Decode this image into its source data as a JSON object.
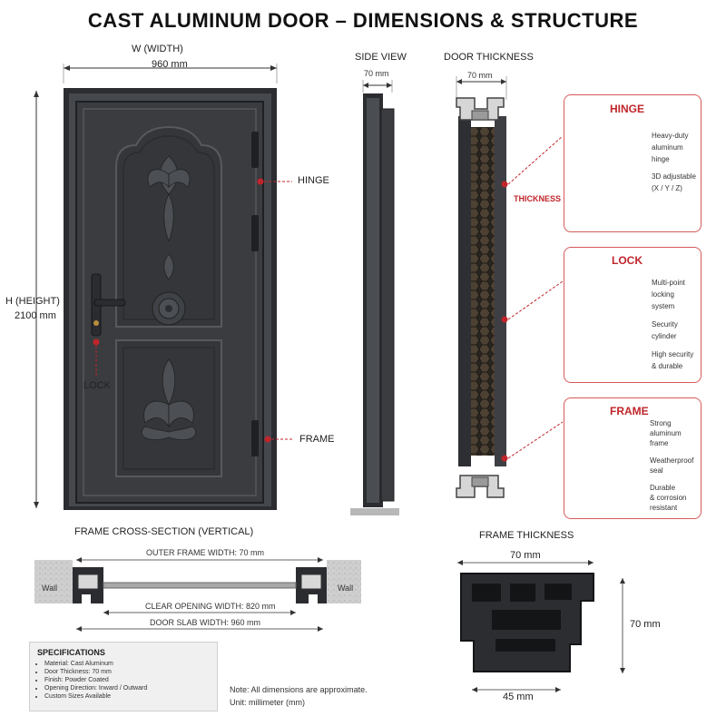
{
  "title": "CAST ALUMINUM DOOR – DIMENSIONS & STRUCTURE",
  "front": {
    "width_label": "W (WIDTH)",
    "width_value": "960 mm",
    "height_label": "H (HEIGHT)",
    "height_value": "2100 mm",
    "callout_hinge": "HINGE",
    "callout_lock": "LOCK",
    "callout_frame": "FRAME"
  },
  "side_view": {
    "title": "SIDE VIEW",
    "dimension": "70 mm"
  },
  "door_thickness": {
    "title": "DOOR THICKNESS",
    "dimension": "70 mm",
    "callout": "THICKNESS"
  },
  "details": [
    {
      "title": "HINGE",
      "lines": [
        "Heavy-duty",
        "aluminum",
        "hinge",
        "3D adjustable",
        "(X / Y / Z)"
      ]
    },
    {
      "title": "LOCK",
      "lines": [
        "Multi-point",
        "locking system",
        "Security",
        "cylinder",
        "High security",
        "& durable"
      ]
    },
    {
      "title": "FRAME",
      "lines": [
        "Strong aluminum",
        "frame",
        "Weatherproof",
        "seal",
        "Durable",
        "& corrosion",
        "resistant"
      ]
    }
  ],
  "cross_section": {
    "title": "FRAME CROSS-SECTION (VERTICAL)",
    "outer_frame_width": "OUTER FRAME WIDTH: 70 mm",
    "clear_opening_width": "CLEAR OPENING WIDTH: 820 mm",
    "door_slab_width": "DOOR SLAB WIDTH: 960 mm",
    "wall_left": "Wall",
    "wall_right": "Wall"
  },
  "frame_thickness": {
    "title": "FRAME THICKNESS",
    "top": "70 mm",
    "right": "70 mm",
    "bottom": "45 mm"
  },
  "specifications": {
    "title": "SPECIFICATIONS",
    "items": [
      "Material: Cast Aluminum",
      "Door Thickness: 70 mm",
      "Finish: Powder Coated",
      "Opening Direction: Inward / Outward",
      "Custom Sizes Available"
    ]
  },
  "note": {
    "line1": "Note: All dimensions are approximate.",
    "line2": "Unit: millimeter (mm)"
  },
  "colors": {
    "accent": "#c0252b",
    "door": "#3a3c40",
    "frame": "#2b2d31"
  }
}
